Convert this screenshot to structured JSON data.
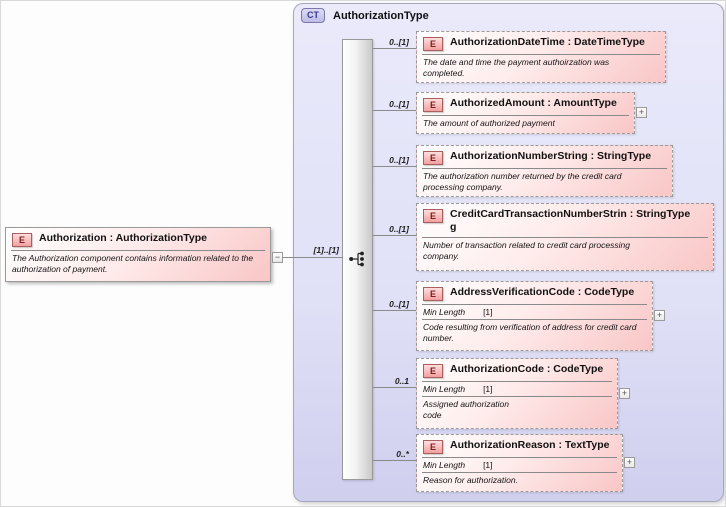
{
  "root_element": {
    "badge": "E",
    "title": "Authorization : AuthorizationType",
    "description_lines": [
      "The Authorization component contains information related to the",
      "authorization of payment."
    ]
  },
  "connector": {
    "cardinality": "[1]..[1]",
    "collapse_glyph": "−"
  },
  "icons": {
    "expand_glyph": "+"
  },
  "complex_type": {
    "badge": "CT",
    "title": "AuthorizationType",
    "compositor": "sequence",
    "elements": [
      {
        "badge": "E",
        "name": "AuthorizationDateTime",
        "type": "DateTimeType",
        "cardinality": "0..[1]",
        "title_lines": [
          "AuthorizationDateTime : DateTimeType"
        ],
        "facet": null,
        "description_lines": [
          "The date and time the payment authoirzation was",
          "completed."
        ],
        "expandable": false
      },
      {
        "badge": "E",
        "name": "AuthorizedAmount",
        "type": "AmountType",
        "cardinality": "0..[1]",
        "title_lines": [
          "AuthorizedAmount : AmountType"
        ],
        "facet": null,
        "description_lines": [
          "The amount of authorized payment"
        ],
        "expandable": true
      },
      {
        "badge": "E",
        "name": "AuthorizationNumberString",
        "type": "StringType",
        "cardinality": "0..[1]",
        "title_lines": [
          "AuthorizationNumberString : StringType"
        ],
        "facet": null,
        "description_lines": [
          "The authorization number returned by the credit card",
          "processing company."
        ],
        "expandable": false
      },
      {
        "badge": "E",
        "name": "CreditCardTransactionNumberString",
        "type": "StringType",
        "cardinality": "0..[1]",
        "title_lines": [
          "CreditCardTransactionNumberStrin : StringType",
          "g"
        ],
        "facet": null,
        "description_lines": [
          "Number of transaction related to credit card processing",
          "company."
        ],
        "expandable": false
      },
      {
        "badge": "E",
        "name": "AddressVerificationCode",
        "type": "CodeType",
        "cardinality": "0..[1]",
        "title_lines": [
          "AddressVerificationCode : CodeType"
        ],
        "facet": {
          "name": "Min Length",
          "value": "[1]"
        },
        "description_lines": [
          "Code resulting from verification of address for credit card",
          "number."
        ],
        "expandable": true
      },
      {
        "badge": "E",
        "name": "AuthorizationCode",
        "type": "CodeType",
        "cardinality": "0..1",
        "title_lines": [
          "AuthorizationCode : CodeType"
        ],
        "facet": {
          "name": "Min Length",
          "value": "[1]"
        },
        "description_lines": [
          "Assigned authorization",
          "code"
        ],
        "expandable": true
      },
      {
        "badge": "E",
        "name": "AuthorizationReason",
        "type": "TextType",
        "cardinality": "0..*",
        "title_lines": [
          "AuthorizationReason : TextType"
        ],
        "facet": {
          "name": "Min Length",
          "value": "[1]"
        },
        "description_lines": [
          "Reason for authorization."
        ],
        "expandable": true
      }
    ]
  },
  "colors": {
    "container_fill": "#e0e0f7",
    "container_border": "#a6a6bd",
    "element_fill_pink": "#f9c6c6",
    "element_badge_fill": "#f2a0a0",
    "element_badge_border": "#aa5f5f",
    "ct_badge_fill": "#c8c8ea",
    "line": "#8a8a8a"
  }
}
